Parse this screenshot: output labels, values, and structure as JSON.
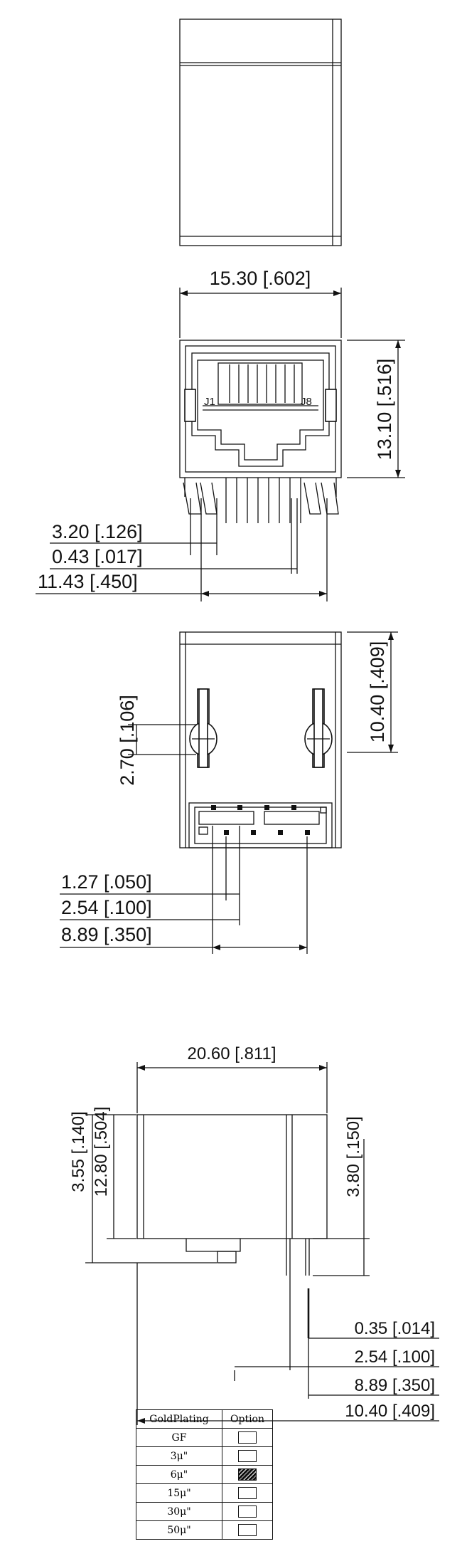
{
  "views": {
    "front": {
      "width_dim": "15.30 [.602]",
      "height_dim": "13.10 [.516]",
      "pin_label_left": "J1",
      "pin_label_right": "J8",
      "dim_peg_offset": "3.20 [.126]",
      "dim_pin_width": "0.43 [.017]",
      "dim_peg_spacing": "11.43 [.450]"
    },
    "bottom": {
      "dim_peg_diameter": "2.70 [.106]",
      "dim_height": "10.40 [.409]",
      "dim_pitch_half": "1.27 [.050]",
      "dim_pitch": "2.54 [.100]",
      "dim_row_span": "8.89 [.350]"
    },
    "side": {
      "width_dim": "20.60 [.811]",
      "dim_standoff": "3.55 [.140]",
      "dim_body_height": "12.80 [.504]",
      "dim_pin_length": "3.80 [.150]",
      "dim_pin_thickness": "0.35 [.014]",
      "dim_pitch": "2.54 [.100]",
      "dim_span": "8.89 [.350]",
      "dim_depth": "10.40 [.409]"
    }
  },
  "plating_table": {
    "headers": [
      "GoldPlating",
      "Option"
    ],
    "rows": [
      {
        "label": "GF",
        "selected": false
      },
      {
        "label": "3μ\"",
        "selected": false
      },
      {
        "label": "6μ\"",
        "selected": true
      },
      {
        "label": "15μ\"",
        "selected": false
      },
      {
        "label": "30μ\"",
        "selected": false
      },
      {
        "label": "50μ\"",
        "selected": false
      }
    ]
  }
}
